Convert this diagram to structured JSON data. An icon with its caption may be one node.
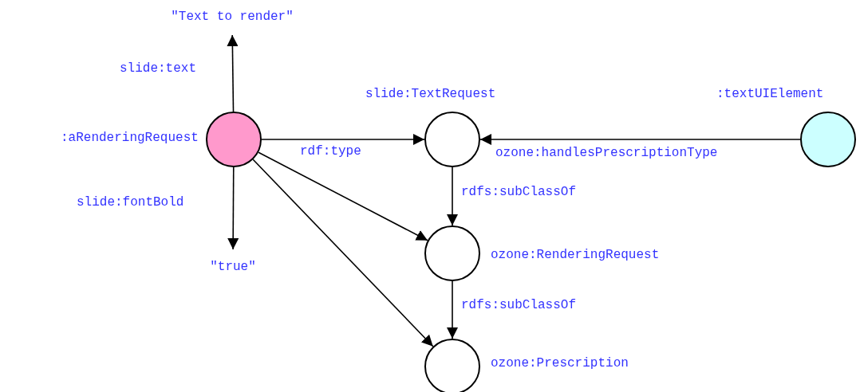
{
  "diagram": {
    "nodes": [
      {
        "text": [
          "\"Text to render\""
        ]
      },
      {
        "text": [],
        "shape": "circle",
        "beside": [
          ":aRenderingRequest"
        ]
      },
      {
        "text": [],
        "shape": "circle",
        "beside": [
          "slide:TextRequest"
        ]
      },
      {
        "text": [],
        "shape": "circle",
        "beside": [
          ":textUIElement"
        ]
      },
      {
        "text": [
          "\"true\""
        ]
      },
      {
        "text": [],
        "shape": "circle",
        "beside": [
          "ozone:RenderingRequest"
        ]
      },
      {
        "text": [],
        "shape": "circle",
        "beside": [
          "ozone:Prescription"
        ]
      }
    ],
    "edges": [
      {
        "from": 1,
        "to": 0,
        "arrow": "to",
        "label": "slide:text"
      },
      {
        "from": 1,
        "to": 2,
        "arrow": "to",
        "label": "rdf:type"
      },
      {
        "from": 3,
        "to": 2,
        "arrow": "to",
        "label": "ozone:handlesPrescriptionType"
      },
      {
        "from": 1,
        "to": 4,
        "arrow": "to",
        "label": "slide:fontBold"
      },
      {
        "from": 1,
        "to": 5,
        "arrow": "to"
      },
      {
        "from": 1,
        "to": 6,
        "arrow": "to"
      },
      {
        "from": 2,
        "to": 5,
        "arrow": "to",
        "label": "rdfs:subClassOf"
      },
      {
        "from": 5,
        "to": 6,
        "arrow": "to",
        "label": "rdfs:subClassOf"
      }
    ]
  }
}
